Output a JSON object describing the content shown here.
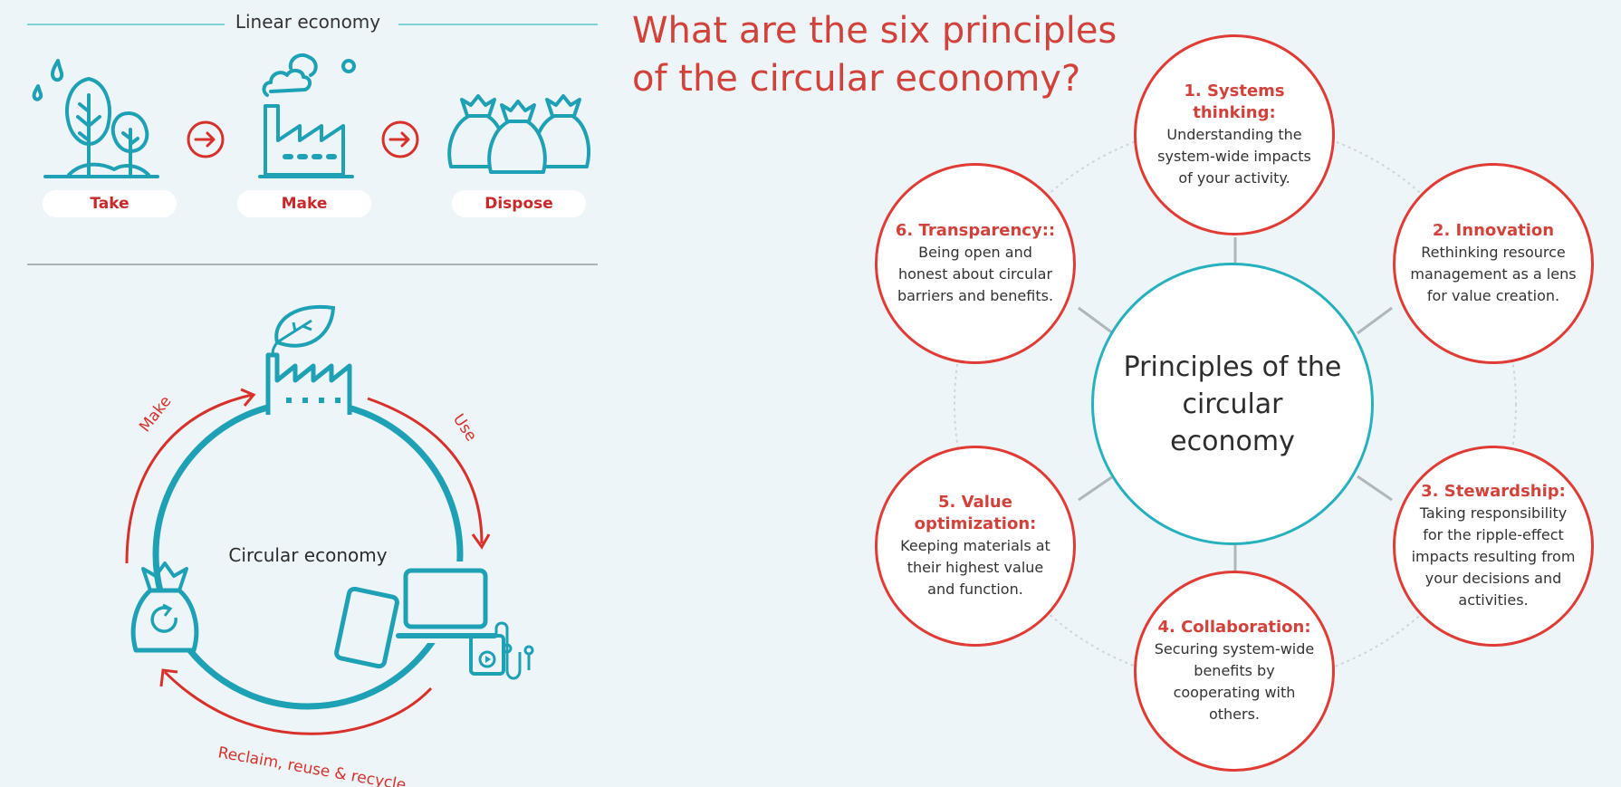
{
  "linear": {
    "title": "Linear economy",
    "steps": [
      "Take",
      "Make",
      "Dispose"
    ]
  },
  "circular": {
    "label": "Circular economy",
    "arrows": {
      "make": "Make",
      "use": "Use",
      "reclaim": "Reclaim, reuse & recycle"
    }
  },
  "principles": {
    "heading_line1": "What are the six principles",
    "heading_line2": "of the circular economy?",
    "center_line1": "Principles of the",
    "center_line2": "circular economy",
    "items": [
      {
        "title": "1. Systems thinking:",
        "desc": "Understanding the system-wide impacts of your activity."
      },
      {
        "title": "2. Innovation",
        "desc": "Rethinking resource management as a lens for value creation."
      },
      {
        "title": "3. Stewardship:",
        "desc": "Taking responsibility for the ripple-effect impacts resulting from your decisions and activities."
      },
      {
        "title": "4. Collaboration:",
        "desc": "Securing system-wide benefits by cooperating with others."
      },
      {
        "title": "5. Value optimization:",
        "desc": "Keeping materials at their highest value and function."
      },
      {
        "title": "6. Transparency::",
        "desc": "Being open and honest about circular barriers and benefits."
      }
    ]
  },
  "colors": {
    "teal": "#1fa1b5",
    "red": "#d8312b",
    "background": "#eef5f8"
  }
}
